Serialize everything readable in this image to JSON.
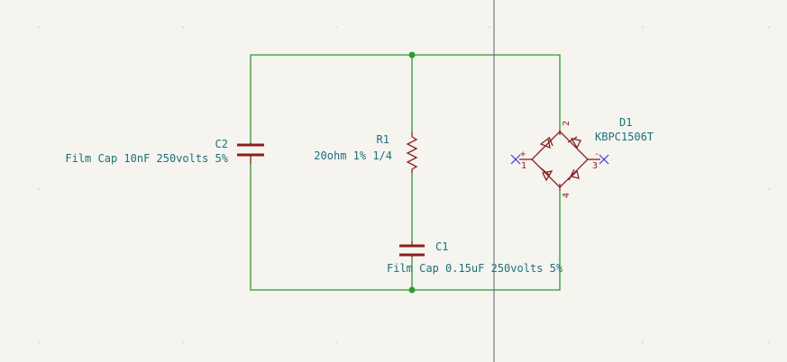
{
  "components": {
    "c2": {
      "ref": "C2",
      "value": "Film Cap 10nF 250volts 5%"
    },
    "r1": {
      "ref": "R1",
      "value": "20ohm 1% 1/4"
    },
    "c1": {
      "ref": "C1",
      "value": "Film Cap 0.15uF 250volts 5%"
    },
    "d1": {
      "ref": "D1",
      "value": "KBPC1506T",
      "pins": {
        "p1": "1",
        "p2": "2",
        "p3": "3",
        "p4": "4",
        "plus": "+",
        "minus": "-"
      }
    }
  },
  "colors": {
    "wire": "#2f9a2f",
    "symbol": "#8a1e1e",
    "text": "#1f6f7a",
    "no_connect": "#3a3ad0",
    "background": "#f5f4ef"
  }
}
